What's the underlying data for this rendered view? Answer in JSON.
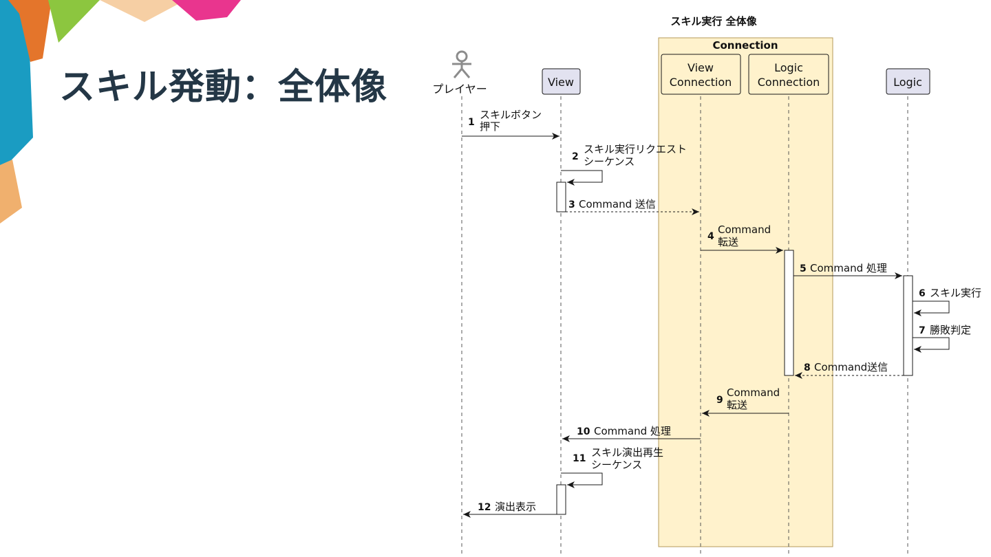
{
  "slide": {
    "title": "スキル発動：全体像"
  },
  "diagram": {
    "title": "スキル実行 全体像",
    "box_label": "Connection",
    "participants": [
      {
        "id": "player",
        "label": "プレイヤー",
        "kind": "actor"
      },
      {
        "id": "view",
        "label": "View",
        "kind": "participant"
      },
      {
        "id": "viewconn",
        "label": "View\nConnection",
        "kind": "participant"
      },
      {
        "id": "logicconn",
        "label": "Logic\nConnection",
        "kind": "participant"
      },
      {
        "id": "logic",
        "label": "Logic",
        "kind": "participant"
      }
    ],
    "messages": [
      {
        "num": "1",
        "text": "スキルボタン\n押下",
        "from": "player",
        "to": "view",
        "style": "solid"
      },
      {
        "num": "2",
        "text": "スキル実行リクエスト\nシーケンス",
        "from": "view",
        "to": "view",
        "style": "self"
      },
      {
        "num": "3",
        "text": "Command 送信",
        "from": "view",
        "to": "viewconn",
        "style": "dashed"
      },
      {
        "num": "4",
        "text": "Command\n転送",
        "from": "viewconn",
        "to": "logicconn",
        "style": "solid"
      },
      {
        "num": "5",
        "text": "Command 処理",
        "from": "logicconn",
        "to": "logic",
        "style": "solid"
      },
      {
        "num": "6",
        "text": "スキル実行",
        "from": "logic",
        "to": "logic",
        "style": "self"
      },
      {
        "num": "7",
        "text": "勝敗判定",
        "from": "logic",
        "to": "logic",
        "style": "self"
      },
      {
        "num": "8",
        "text": "Command送信",
        "from": "logic",
        "to": "logicconn",
        "style": "dashed"
      },
      {
        "num": "9",
        "text": "Command\n転送",
        "from": "logicconn",
        "to": "viewconn",
        "style": "solid"
      },
      {
        "num": "10",
        "text": "Command 処理",
        "from": "viewconn",
        "to": "view",
        "style": "solid"
      },
      {
        "num": "11",
        "text": "スキル演出再生\nシーケンス",
        "from": "view",
        "to": "view",
        "style": "self"
      },
      {
        "num": "12",
        "text": "演出表示",
        "from": "view",
        "to": "player",
        "style": "solid"
      }
    ]
  },
  "colors": {
    "title": "#243746",
    "participant_fill": "#e2e2f0",
    "participant_stroke": "#181818",
    "box_fill": "#fff2cc",
    "box_stroke": "#b59a5a",
    "line": "#181818",
    "lifeline": "#555555"
  }
}
